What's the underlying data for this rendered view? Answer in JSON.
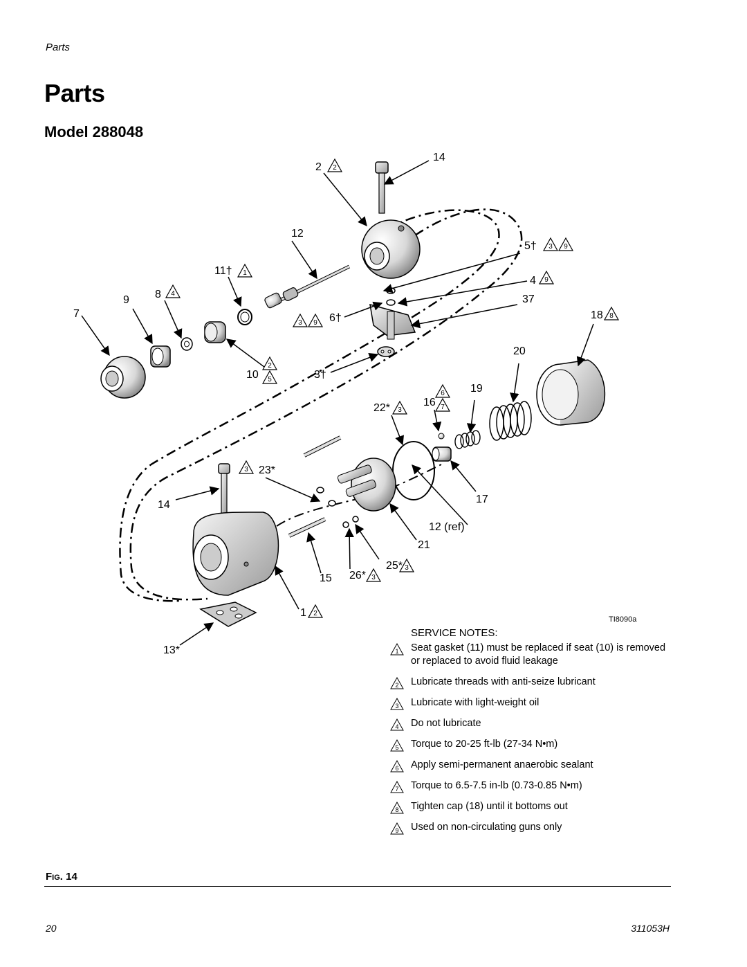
{
  "header": {
    "running_title": "Parts"
  },
  "page": {
    "title": "Parts",
    "section": "Model 288048"
  },
  "figure": {
    "ref_code": "TI8090a",
    "label_prefix": "F",
    "label_small": "IG",
    "label_number": ". 14",
    "callouts": [
      {
        "text": "14"
      },
      {
        "text": "2"
      },
      {
        "text": "12"
      },
      {
        "text": "5†"
      },
      {
        "text": "11†"
      },
      {
        "text": "4"
      },
      {
        "text": "8"
      },
      {
        "text": "9"
      },
      {
        "text": "37"
      },
      {
        "text": "7"
      },
      {
        "text": "6†"
      },
      {
        "text": "18"
      },
      {
        "text": "20"
      },
      {
        "text": "10"
      },
      {
        "text": "3†"
      },
      {
        "text": "19"
      },
      {
        "text": "16"
      },
      {
        "text": "22*"
      },
      {
        "text": "23*"
      },
      {
        "text": "14"
      },
      {
        "text": "17"
      },
      {
        "text": "12 (ref)"
      },
      {
        "text": "21"
      },
      {
        "text": "25*"
      },
      {
        "text": "15"
      },
      {
        "text": "26*"
      },
      {
        "text": "1"
      },
      {
        "text": "13*"
      }
    ]
  },
  "service_notes": {
    "title": "SERVICE NOTES:",
    "items": [
      {
        "num": "1",
        "text": "Seat gasket (11) must be replaced if seat (10) is removed or replaced to avoid fluid leakage"
      },
      {
        "num": "2",
        "text": "Lubricate threads with anti-seize lubricant"
      },
      {
        "num": "3",
        "text": "Lubricate with light-weight oil"
      },
      {
        "num": "4",
        "text": "Do not lubricate"
      },
      {
        "num": "5",
        "text": "Torque to 20-25 ft-lb (27-34 N•m)"
      },
      {
        "num": "6",
        "text": "Apply semi-permanent anaerobic sealant"
      },
      {
        "num": "7",
        "text": "Torque to 6.5-7.5 in-lb (0.73-0.85 N•m)"
      },
      {
        "num": "8",
        "text": "Tighten cap (18) until it bottoms out"
      },
      {
        "num": "9",
        "text": "Used on non-circulating guns only"
      }
    ]
  },
  "footer": {
    "page_number": "20",
    "doc_number": "311053H"
  }
}
